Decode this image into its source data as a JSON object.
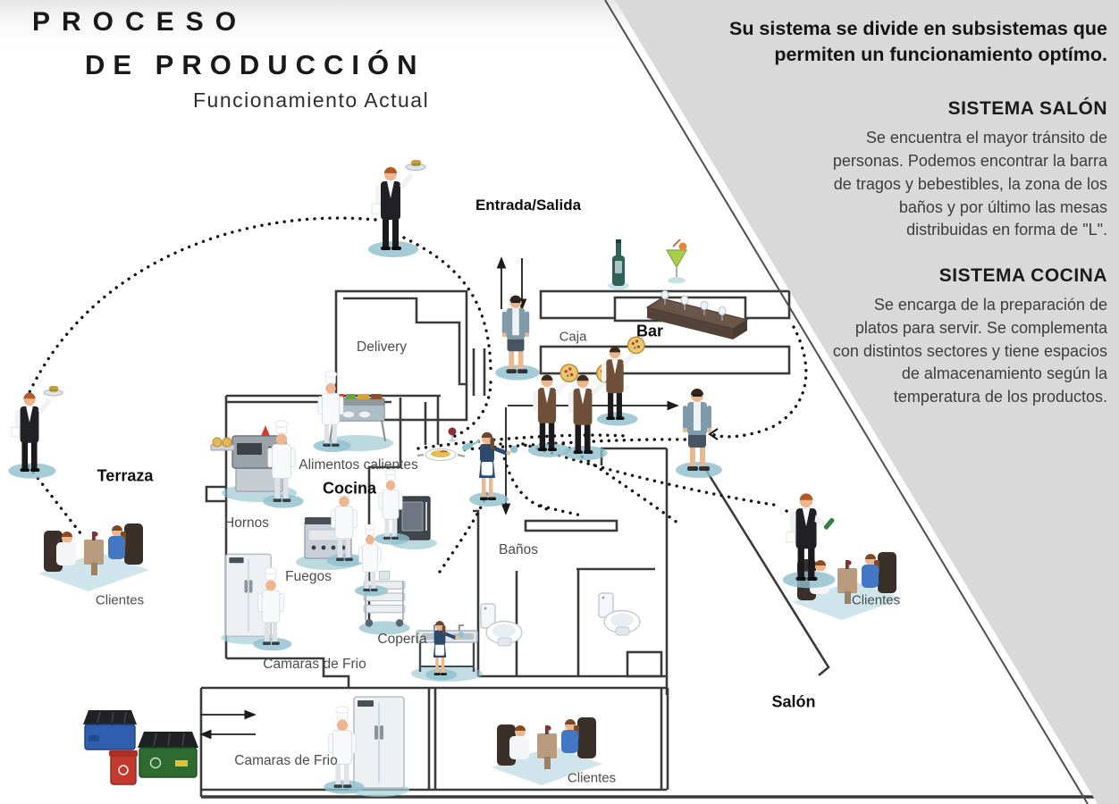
{
  "title": {
    "line1": "PROCESO",
    "line2": "DE PRODUCCIÓN",
    "subtitle": "Funcionamiento Actual"
  },
  "panel": {
    "intro": "Su sistema se divide en subsistemas que permiten un funcionamiento optímo.",
    "sections": [
      {
        "heading": "SISTEMA SALÓN",
        "body": "Se encuentra el mayor tránsito de personas. Podemos encontrar la barra de tragos y bebestibles, la zona de los baños y por último las mesas distribuidas en forma de \"L\"."
      },
      {
        "heading": "SISTEMA COCINA",
        "body": "Se encarga de la preparación de platos para servir. Se complementa con distintos sectores y tiene espacios de almacenamiento según la temperatura de los productos."
      }
    ]
  },
  "diagram": {
    "labels": {
      "entrada": "Entrada/Salida",
      "delivery": "Delivery",
      "caja": "Caja",
      "bar": "Bar",
      "alimentos": "Alimentos calientes",
      "cocina": "Cocina",
      "hornos": "Hornos",
      "fuegos": "Fuegos",
      "coperia": "Copería",
      "camaras_sup": "Camaras de Frio",
      "camaras_inf": "Camaras de Frio",
      "banos": "Baños",
      "terraza": "Terraza",
      "salon": "Salón",
      "clientes_terraza": "Clientes",
      "clientes_salon": "Clientes",
      "clientes_inferior": "Clientes"
    },
    "colors": {
      "panel_bg": "#d9d9d9",
      "wall": "#3b3b3b",
      "dots": "#141414",
      "accent_teal": "#8fc3cf",
      "heading_text": "#1b1b1b",
      "body_text": "#3d3d3d"
    }
  }
}
